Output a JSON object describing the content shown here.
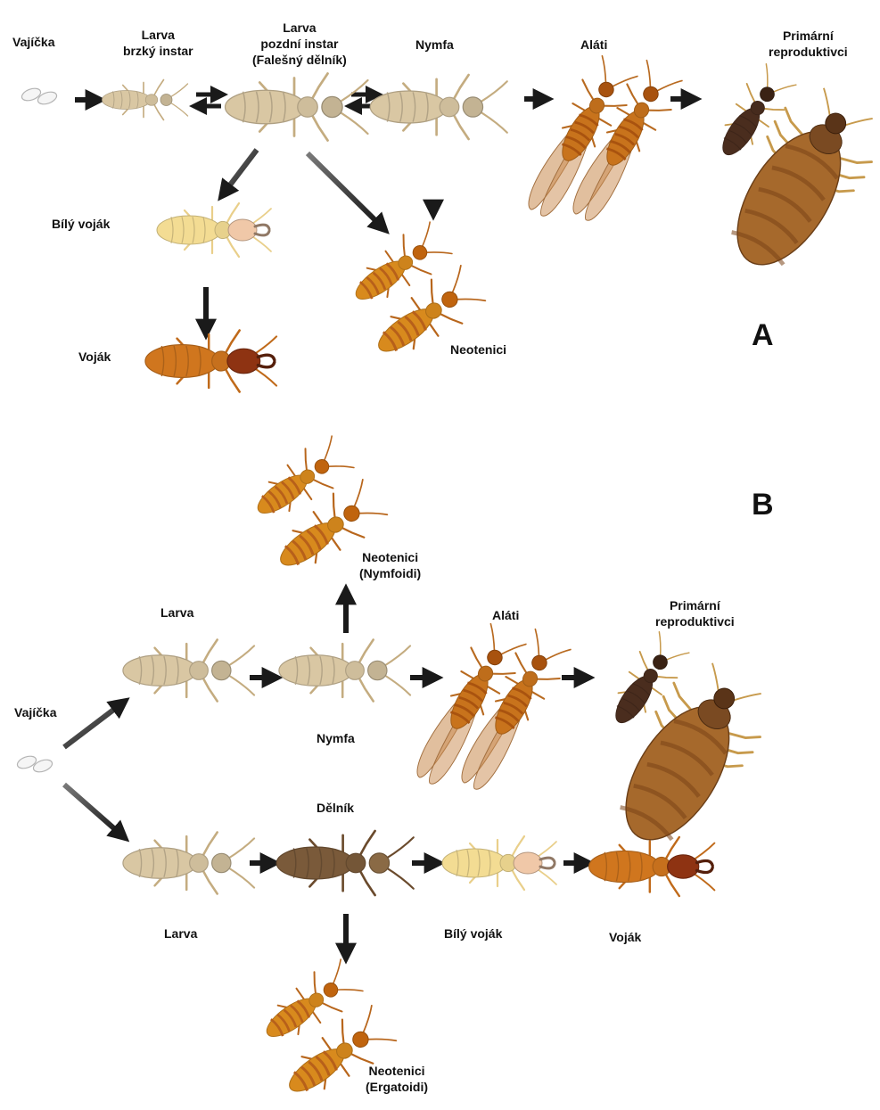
{
  "panel_a": {
    "letter": "A",
    "eggs": "Vajíčka",
    "early_larva": [
      "Larva",
      "brzký instar"
    ],
    "late_larva": [
      "Larva",
      "pozdní instar",
      "(Falešný dělník)"
    ],
    "nymph": "Nymfa",
    "alates": "Aláti",
    "primary": [
      "Primární",
      "reproduktivci"
    ],
    "white_soldier": "Bílý voják",
    "soldier": "Voják",
    "neotenics": "Neotenici"
  },
  "panel_b": {
    "letter": "B",
    "eggs": "Vajíčka",
    "larva_top": "Larva",
    "nymph": "Nymfa",
    "nymphoid": [
      "Neotenici",
      "(Nymfoidi)"
    ],
    "alates": "Aláti",
    "primary": [
      "Primární",
      "reproduktivci"
    ],
    "larva_bottom": "Larva",
    "worker": "Dělník",
    "white_soldier": "Bílý voják",
    "soldier": "Voják",
    "ergatoid": [
      "Neotenici",
      "(Ergatoidi)"
    ]
  },
  "colors": {
    "larva": "#d9c7a3",
    "white_soldier": "#f3dc93",
    "soldier_body": "#d0761e",
    "soldier_head": "#8e3312",
    "neotenic": "#d88a1d",
    "alate_wing": "#c98a4e",
    "king": "#4a2d1e",
    "queen": "#a6692c",
    "worker": "#7a5a3a",
    "arrow": "#1a1a1a"
  }
}
